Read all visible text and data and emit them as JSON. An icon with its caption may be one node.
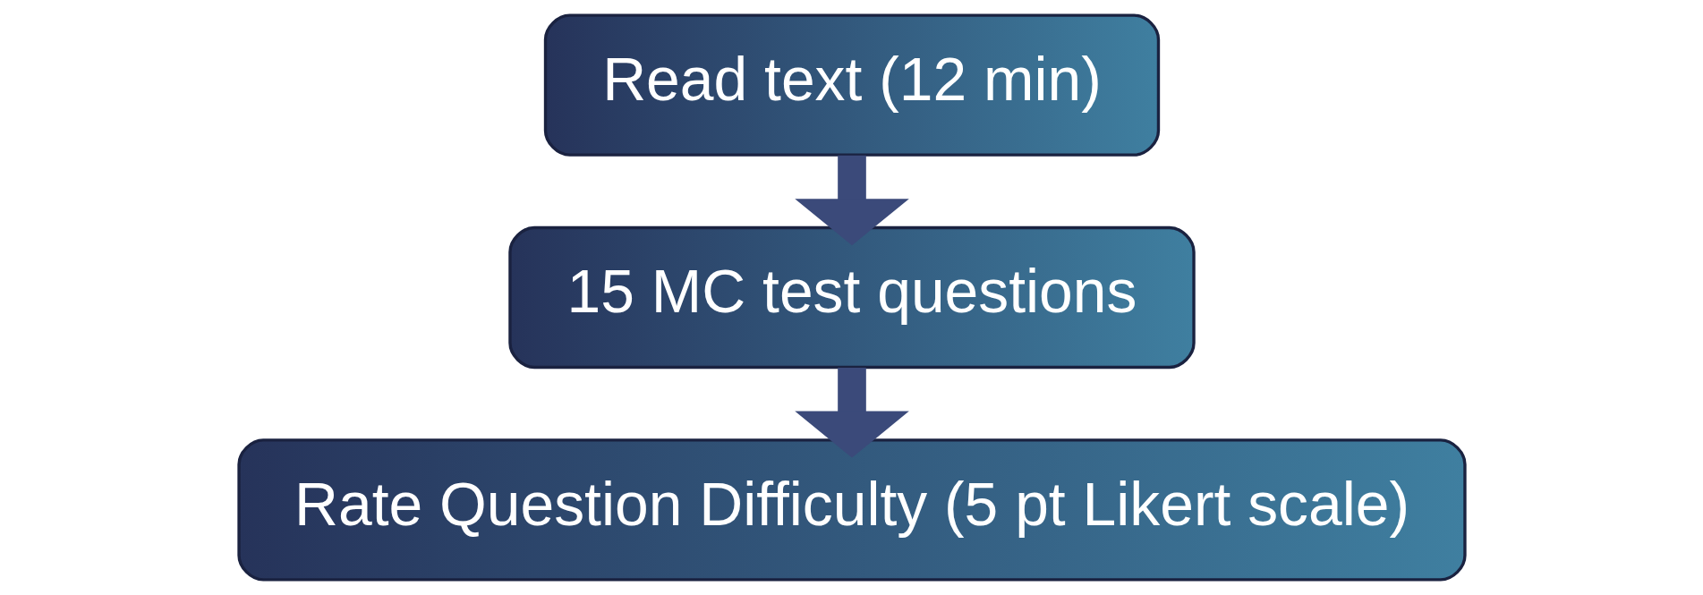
{
  "diagram": {
    "nodes": [
      {
        "text": [
          "Read text (12 min)"
        ]
      },
      {
        "text": [
          "15 MC test questions"
        ]
      },
      {
        "text": [
          "Rate Question Difficulty (5 pt Likert scale)"
        ]
      }
    ],
    "edges": [
      {
        "from": 0,
        "to": 1,
        "arrow": "to"
      },
      {
        "from": 1,
        "to": 2,
        "arrow": "to"
      }
    ]
  }
}
